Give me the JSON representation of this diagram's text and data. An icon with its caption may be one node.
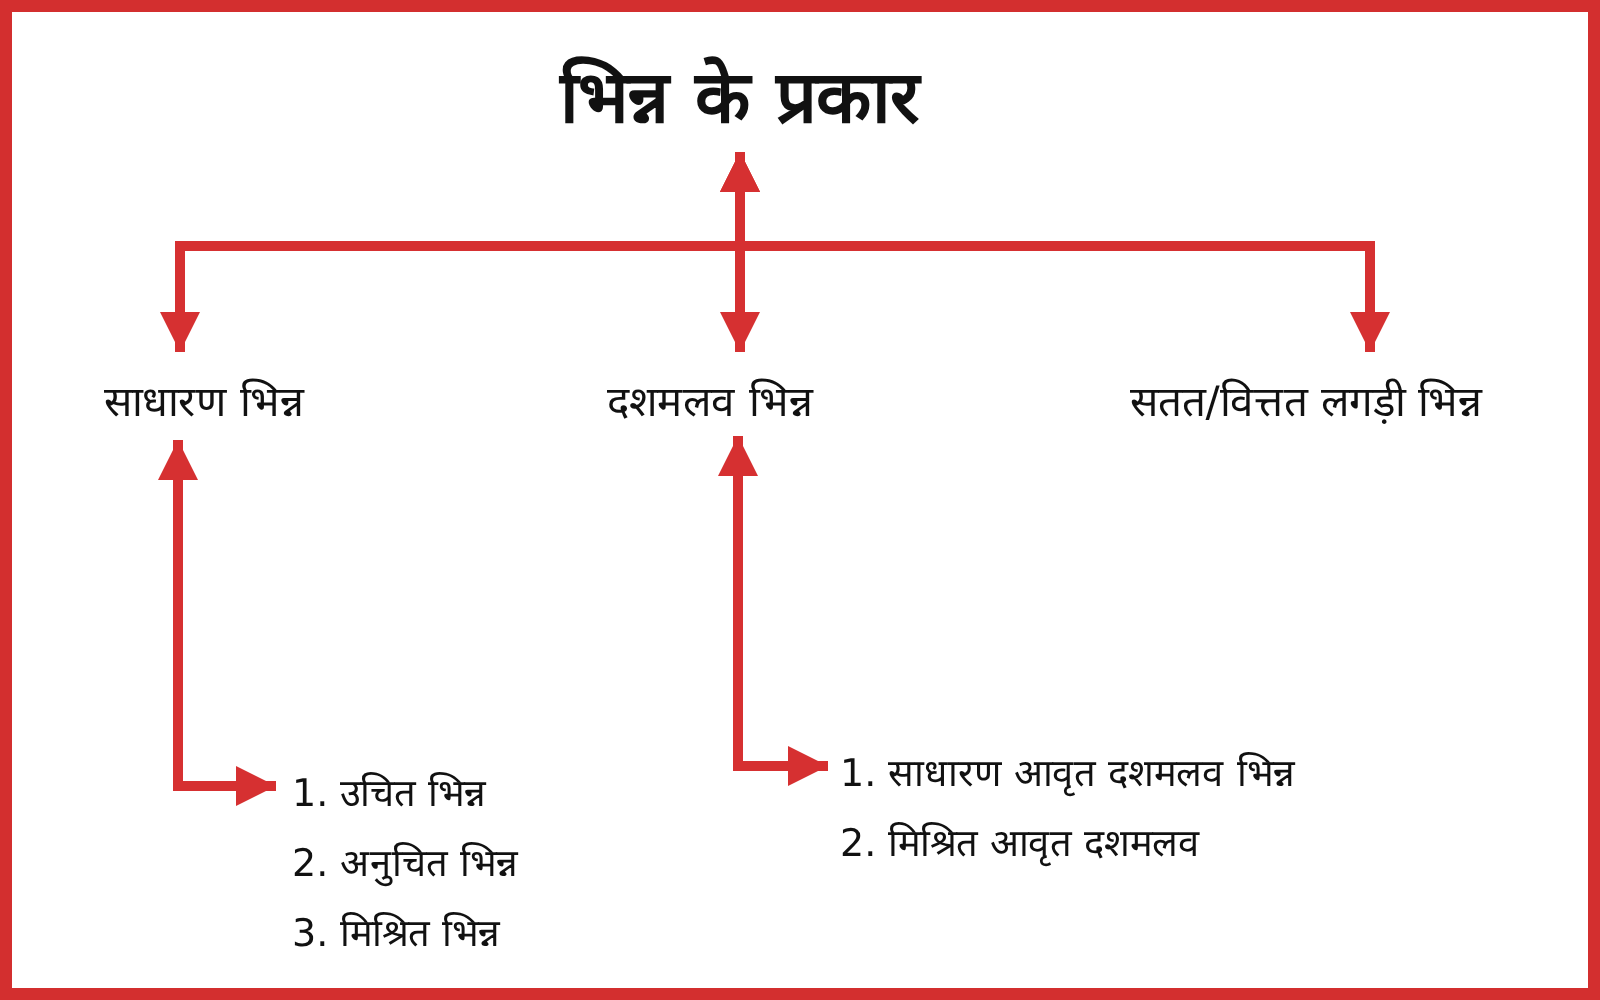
{
  "diagram": {
    "nodes": [
      {
        "text": [
          "भिन्न के प्रकार"
        ]
      },
      {
        "text": [
          "साधारण भिन्न"
        ]
      },
      {
        "text": [
          "दशमलव भिन्न"
        ]
      },
      {
        "text": [
          "सतत/वित्तत लगड़ी भिन्न"
        ]
      },
      {
        "text": [
          "1. उचित भिन्न",
          "2. अनुचित भिन्न",
          "3. मिश्रित भिन्न"
        ]
      },
      {
        "text": [
          "1. साधारण आवृत दशमलव भिन्न",
          "2. मिश्रित आवृत दशमलव"
        ]
      }
    ],
    "edges": [
      {
        "from": 0,
        "to": 1,
        "arrow": "both"
      },
      {
        "from": 0,
        "to": 2,
        "arrow": "both"
      },
      {
        "from": 0,
        "to": 3,
        "arrow": "both"
      },
      {
        "from": 1,
        "to": 4,
        "arrow": "both"
      },
      {
        "from": 2,
        "to": 5,
        "arrow": "both"
      }
    ]
  }
}
